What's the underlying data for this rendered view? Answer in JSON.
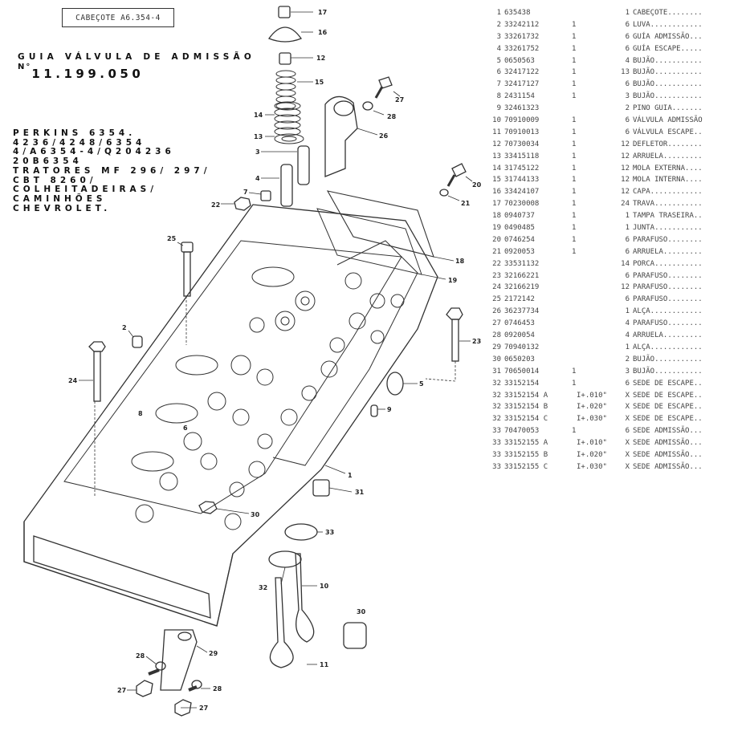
{
  "header": {
    "title_box": "CABEÇOTE A6.354-4",
    "guia_label": "GUIA VÁLVULA DE ADMISSÃO",
    "numero_prefix": "N°",
    "numero_value": "11.199.050"
  },
  "applications": [
    "PERKINS 6354.",
    "4236/4248/6354",
    "4/A6354-4/Q204236",
    "20B6354",
    "TRATORES MF 296/ 297/",
    "CBT 8260/",
    "COLHEITADEIRAS/",
    "CAMINHÕES",
    "CHEVROLET."
  ],
  "parts_list": [
    {
      "ref": "1",
      "part": "635438",
      "q1": "",
      "qty": "1",
      "desc": "CABEÇOTE........"
    },
    {
      "ref": "2",
      "part": "33242112",
      "q1": "1",
      "qty": "6",
      "desc": "LUVA............"
    },
    {
      "ref": "3",
      "part": "33261732",
      "q1": "1",
      "qty": "6",
      "desc": "GUÍA ADMISSÃO..."
    },
    {
      "ref": "4",
      "part": "33261752",
      "q1": "1",
      "qty": "6",
      "desc": "GUÍA ESCAPE....."
    },
    {
      "ref": "5",
      "part": "0650563",
      "q1": "1",
      "qty": "4",
      "desc": "BUJÃO..........."
    },
    {
      "ref": "6",
      "part": "32417122",
      "q1": "1",
      "qty": "13",
      "desc": "BUJÃO..........."
    },
    {
      "ref": "7",
      "part": "32417127",
      "q1": "1",
      "qty": "6",
      "desc": "BUJÃO..........."
    },
    {
      "ref": "8",
      "part": "2431154",
      "q1": "1",
      "qty": "3",
      "desc": "BUJÃO..........."
    },
    {
      "ref": "9",
      "part": "32461323",
      "q1": "",
      "qty": "2",
      "desc": "PINO GUIA......."
    },
    {
      "ref": "10",
      "part": "70910009",
      "q1": "1",
      "qty": "6",
      "desc": "VÁLVULA ADMISSÃO"
    },
    {
      "ref": "11",
      "part": "70910013",
      "q1": "1",
      "qty": "6",
      "desc": "VÁLVULA ESCAPE.."
    },
    {
      "ref": "12",
      "part": "70730034",
      "q1": "1",
      "qty": "12",
      "desc": "DEFLETOR........"
    },
    {
      "ref": "13",
      "part": "33415118",
      "q1": "1",
      "qty": "12",
      "desc": "ARRUELA........."
    },
    {
      "ref": "14",
      "part": "31745122",
      "q1": "1",
      "qty": "12",
      "desc": "MOLA EXTERNA...."
    },
    {
      "ref": "15",
      "part": "31744133",
      "q1": "1",
      "qty": "12",
      "desc": "MOLA INTERNA...."
    },
    {
      "ref": "16",
      "part": "33424107",
      "q1": "1",
      "qty": "12",
      "desc": "CAPA............"
    },
    {
      "ref": "17",
      "part": "70230008",
      "q1": "1",
      "qty": "24",
      "desc": "TRAVA..........."
    },
    {
      "ref": "18",
      "part": "0940737",
      "q1": "1",
      "qty": "1",
      "desc": "TAMPA TRASEIRA.."
    },
    {
      "ref": "19",
      "part": "0490485",
      "q1": "1",
      "qty": "1",
      "desc": "JUNTA..........."
    },
    {
      "ref": "20",
      "part": "0746254",
      "q1": "1",
      "qty": "6",
      "desc": "PARAFUSO........"
    },
    {
      "ref": "21",
      "part": "0920053",
      "q1": "1",
      "qty": "6",
      "desc": "ARRUELA........."
    },
    {
      "ref": "22",
      "part": "33531132",
      "q1": "",
      "qty": "14",
      "desc": "PORCA..........."
    },
    {
      "ref": "23",
      "part": "32166221",
      "q1": "",
      "qty": "6",
      "desc": "PARAFUSO........"
    },
    {
      "ref": "24",
      "part": "32166219",
      "q1": "",
      "qty": "12",
      "desc": "PARAFUSO........"
    },
    {
      "ref": "25",
      "part": "2172142",
      "q1": "",
      "qty": "6",
      "desc": "PARAFUSO........"
    },
    {
      "ref": "26",
      "part": "36237734",
      "q1": "",
      "qty": "1",
      "desc": "ALÇA............"
    },
    {
      "ref": "27",
      "part": "0746453",
      "q1": "",
      "qty": "4",
      "desc": "PARAFUSO........"
    },
    {
      "ref": "28",
      "part": "0920054",
      "q1": "",
      "qty": "4",
      "desc": "ARRUELA........."
    },
    {
      "ref": "29",
      "part": "70940132",
      "q1": "",
      "qty": "1",
      "desc": "ALÇA............"
    },
    {
      "ref": "30",
      "part": "0650203",
      "q1": "",
      "qty": "2",
      "desc": "BUJÃO..........."
    },
    {
      "ref": "31",
      "part": "70650014",
      "q1": "1",
      "qty": "3",
      "desc": "BUJÃO..........."
    },
    {
      "ref": "32",
      "part": "33152154",
      "q1": "1",
      "qty": "6",
      "desc": "SEDE DE ESCAPE.."
    },
    {
      "ref": "32",
      "part": "33152154 A",
      "q1": "I+.010\"",
      "qty": "X",
      "desc": "SEDE DE ESCAPE.."
    },
    {
      "ref": "32",
      "part": "33152154 B",
      "q1": "I+.020\"",
      "qty": "X",
      "desc": "SEDE DE ESCAPE.."
    },
    {
      "ref": "32",
      "part": "33152154 C",
      "q1": "I+.030\"",
      "qty": "X",
      "desc": "SEDE DE ESCAPE.."
    },
    {
      "ref": "33",
      "part": "70470053",
      "q1": "1",
      "qty": "6",
      "desc": "SEDE ADMISSÃO..."
    },
    {
      "ref": "33",
      "part": "33152155 A",
      "q1": "I+.010\"",
      "qty": "X",
      "desc": "SEDE ADMISSÃO..."
    },
    {
      "ref": "33",
      "part": "33152155 B",
      "q1": "I+.020\"",
      "qty": "X",
      "desc": "SEDE ADMISSÃO..."
    },
    {
      "ref": "33",
      "part": "33152155 C",
      "q1": "I+.030\"",
      "qty": "X",
      "desc": "SEDE ADMISSÃO..."
    }
  ],
  "callouts": {
    "c17": "17",
    "c16": "16",
    "c12": "12",
    "c15": "15",
    "c14": "14",
    "c13": "13",
    "c3": "3",
    "c4": "4",
    "c7": "7",
    "c22": "22",
    "c27a": "27",
    "c28a": "28",
    "c26": "26",
    "c20": "20",
    "c21": "21",
    "c18": "18",
    "c19": "19",
    "c25": "25",
    "c2": "2",
    "c24": "24",
    "c23": "23",
    "c5": "5",
    "c9": "9",
    "c8": "8",
    "c6": "6",
    "c1": "1",
    "c31": "31",
    "c30a": "30",
    "c33": "33",
    "c32": "32",
    "c10": "10",
    "c30b": "30",
    "c11": "11",
    "c29": "29",
    "c28b": "28",
    "c28c": "28",
    "c27b": "27",
    "c27c": "27"
  }
}
